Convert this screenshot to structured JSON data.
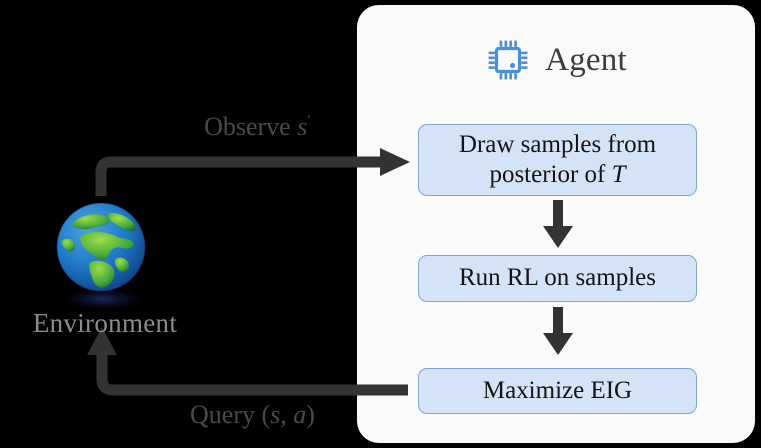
{
  "diagram": {
    "background_color": "#000000",
    "agent_panel": {
      "title": "Agent",
      "icon": "cpu-chip-icon",
      "icon_color": "#4a90d9",
      "background_color": "#fafafa",
      "steps": [
        {
          "id": "draw-samples",
          "line1": "Draw samples from",
          "line2_prefix": "posterior of ",
          "line2_var": "T"
        },
        {
          "id": "run-rl",
          "label": "Run RL on samples"
        },
        {
          "id": "maximize-eig",
          "label": "Maximize EIG"
        }
      ],
      "step_fill_color": "#d5e3f7",
      "step_border_color": "#7fa5d4"
    },
    "environment": {
      "label": "Environment",
      "icon": "globe-earth-icon",
      "label_color": "#8c8c8c"
    },
    "edges": [
      {
        "id": "observe",
        "prefix": "Observe ",
        "var": "s",
        "prime": "′",
        "direction": "environment-to-agent"
      },
      {
        "id": "query",
        "prefix": "Query ",
        "open": "(",
        "var1": "s",
        "comma": ", ",
        "var2": "a",
        "close": ")",
        "direction": "agent-to-environment"
      }
    ],
    "edge_label_color": "#4a4a4a",
    "arrow_color": "#333333"
  }
}
